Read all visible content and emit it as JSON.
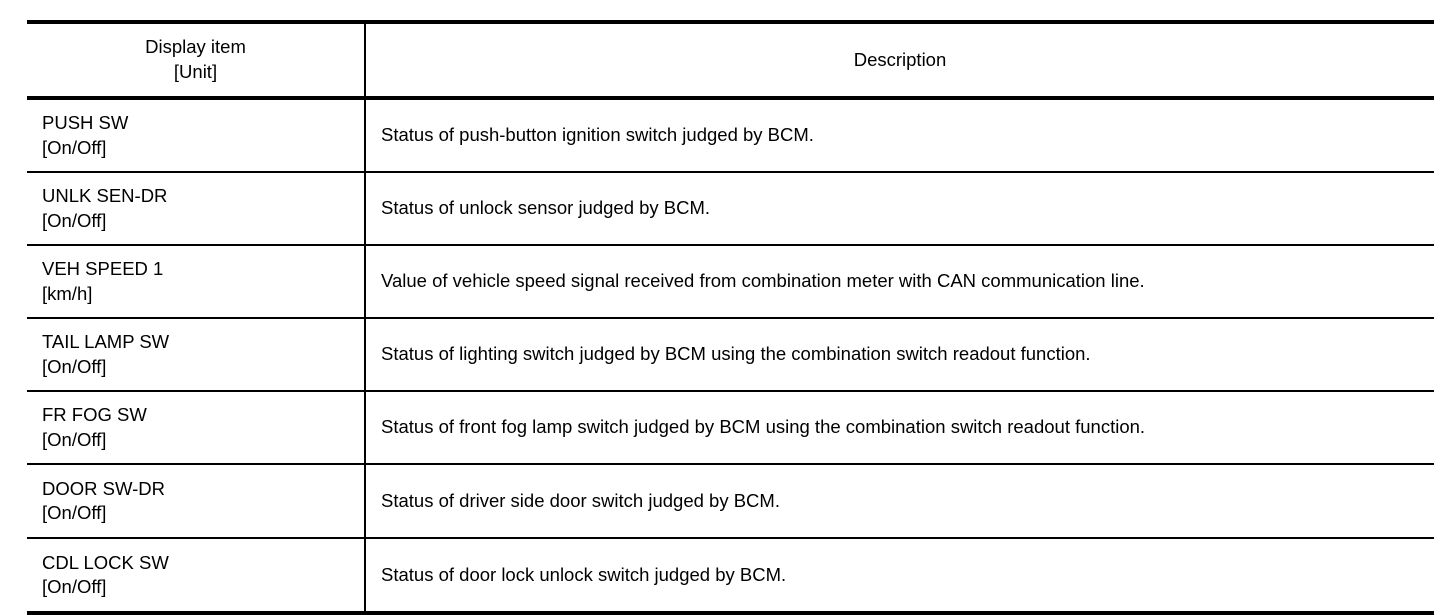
{
  "table": {
    "header": {
      "item_label_line1": "Display item",
      "item_label_line2": "[Unit]",
      "description_label": "Description"
    },
    "rows": [
      {
        "name": "PUSH SW",
        "unit": "[On/Off]",
        "description": "Status of push-button ignition switch judged by BCM."
      },
      {
        "name": "UNLK SEN-DR",
        "unit": "[On/Off]",
        "description": "Status of unlock sensor judged by BCM."
      },
      {
        "name": "VEH SPEED 1",
        "unit": "[km/h]",
        "description": "Value of vehicle speed signal received from combination meter with CAN communication line."
      },
      {
        "name": "TAIL LAMP SW",
        "unit": "[On/Off]",
        "description": "Status of lighting switch judged by BCM using the combination switch readout function."
      },
      {
        "name": "FR FOG SW",
        "unit": "[On/Off]",
        "description": "Status of front fog lamp switch judged by BCM using the combination switch readout function."
      },
      {
        "name": "DOOR SW-DR",
        "unit": "[On/Off]",
        "description": "Status of driver side door switch judged by BCM."
      },
      {
        "name": "CDL LOCK SW",
        "unit": "[On/Off]",
        "description": "Status of door lock unlock switch judged by BCM."
      }
    ]
  },
  "colors": {
    "text": "#000000",
    "rule": "#000000",
    "background": "#ffffff"
  }
}
